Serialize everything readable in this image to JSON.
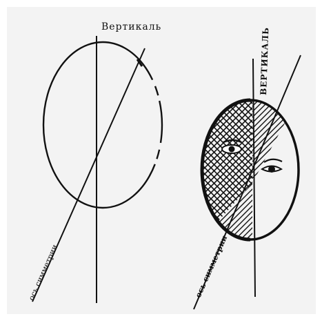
{
  "labels": {
    "left_vertical": "Вертикаль",
    "right_vertical": "ВЕРТИКАЛЬ",
    "left_axis": "ось симметрии",
    "right_axis": "ось симметрии"
  },
  "colors": {
    "background": "#ffffff",
    "paper": "#f3f3f3",
    "ink": "#111111"
  },
  "icons": {
    "left_eye": "eye-icon",
    "right_eye": "eye-icon"
  }
}
